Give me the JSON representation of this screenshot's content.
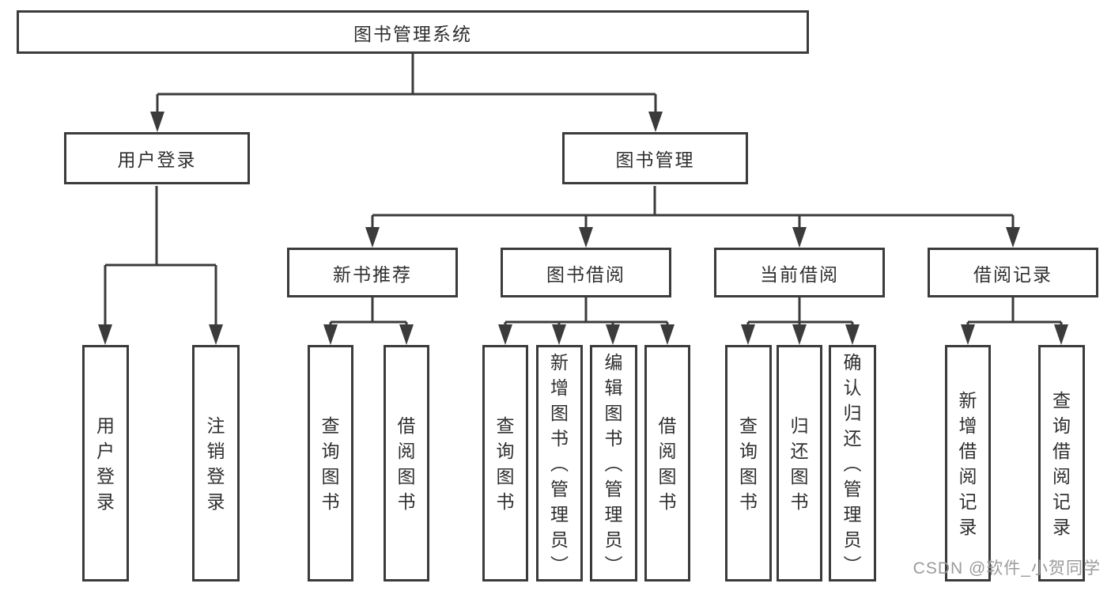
{
  "colors": {
    "line": "#3b3b3b",
    "text": "#2f2f2f",
    "box_bg": "#ffffff",
    "watermark": "#9b9b9b"
  },
  "watermark": {
    "text": "CSDN @软件_小贺同学"
  },
  "nodes": {
    "root": {
      "label": "图书管理系统"
    },
    "level2": [
      {
        "id": "user-login",
        "label": "用户登录"
      },
      {
        "id": "book-management",
        "label": "图书管理"
      }
    ],
    "level3": [
      {
        "id": "new-book-recommend",
        "label": "新书推荐"
      },
      {
        "id": "book-borrowing",
        "label": "图书借阅"
      },
      {
        "id": "current-borrowing",
        "label": "当前借阅"
      },
      {
        "id": "borrowing-records",
        "label": "借阅记录"
      }
    ],
    "leaves": [
      {
        "id": "user-login-leaf",
        "label": "用户登录"
      },
      {
        "id": "logout",
        "label": "注销登录"
      },
      {
        "id": "query-books-recommend",
        "label": "查询图书"
      },
      {
        "id": "borrow-books-recommend",
        "label": "借阅图书"
      },
      {
        "id": "query-books-borrowing",
        "label": "查询图书"
      },
      {
        "id": "add-books-admin",
        "label": "新增图书（管理员）"
      },
      {
        "id": "edit-books-admin",
        "label": "编辑图书（管理员）"
      },
      {
        "id": "borrow-books-borrowing",
        "label": "借阅图书"
      },
      {
        "id": "query-books-current",
        "label": "查询图书"
      },
      {
        "id": "return-books",
        "label": "归还图书"
      },
      {
        "id": "confirm-return-admin",
        "label": "确认归还（管理员）"
      },
      {
        "id": "add-borrow-record",
        "label": "新增借阅记录"
      },
      {
        "id": "query-borrow-record",
        "label": "查询借阅记录"
      }
    ]
  }
}
